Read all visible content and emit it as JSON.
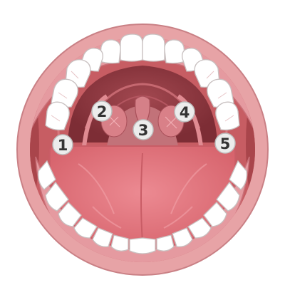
{
  "diagram": {
    "subject": "open-mouth-oral-cavity",
    "colors": {
      "background": "#ffffff",
      "lip": "#e7a3a6",
      "lip_outline": "#c98085",
      "cheek": "#c75d63",
      "cheek_dark": "#a9454b",
      "gum": "#e59aa0",
      "gum_outline": "#c97078",
      "tooth": "#ffffff",
      "tooth_outline": "#c8c0c0",
      "palate": "#b85a62",
      "palate_dark": "#8e3a42",
      "throat": "#c27279",
      "tonsil": "#d98088",
      "tongue": "#e37a82",
      "tongue_dark": "#c95d66",
      "tongue_light": "#f2a2a8",
      "marker_fill": "#ececec",
      "marker_stroke": "#bdbdbd",
      "marker_text": "#333333"
    },
    "markers": [
      {
        "id": "1",
        "label": "1"
      },
      {
        "id": "2",
        "label": "2"
      },
      {
        "id": "3",
        "label": "3"
      },
      {
        "id": "4",
        "label": "4"
      },
      {
        "id": "5",
        "label": "5"
      }
    ]
  }
}
